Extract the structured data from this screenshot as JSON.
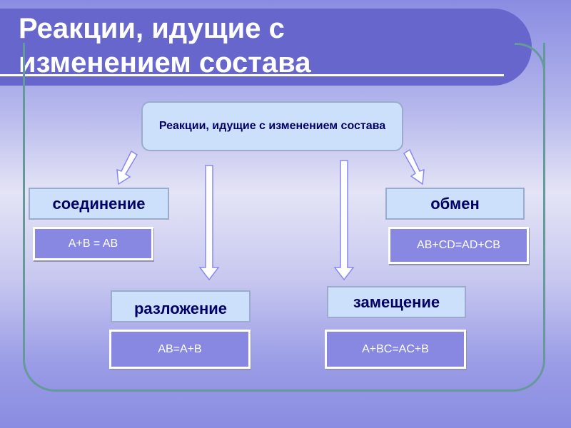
{
  "title": "Реакции, идущие с изменением состава",
  "root": "Реакции, идущие с изменением состава",
  "types": [
    {
      "name": "соединение",
      "equation": "A+B = AB"
    },
    {
      "name": "разложение",
      "equation": "AB=A+B"
    },
    {
      "name": "замещение",
      "equation": "A+BC=AC+B"
    },
    {
      "name": "обмен",
      "equation": "AB+CD=AD+CB"
    }
  ],
  "colors": {
    "banner": "#6666cc",
    "light_box": "#cce0fc",
    "dark_box": "#8888e2",
    "frame": "#669999"
  }
}
